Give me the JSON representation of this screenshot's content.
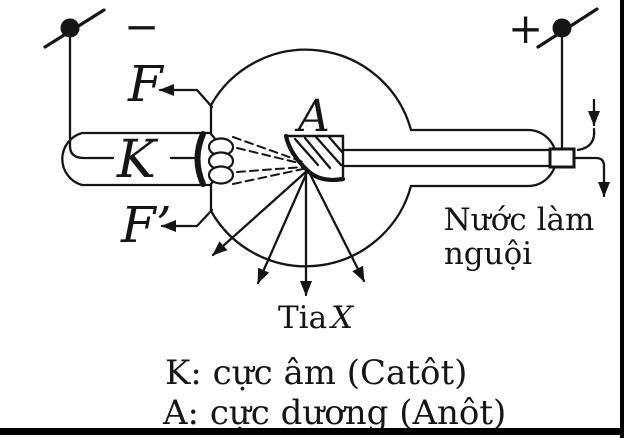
{
  "terminals": {
    "negative_sign": "−",
    "positive_sign": "+"
  },
  "labels": {
    "focus_top": "F",
    "focus_bottom": "F’",
    "cathode": "K",
    "anode": "A"
  },
  "cooling": {
    "line1": "Nước làm",
    "line2": "nguội"
  },
  "ray": {
    "word": "Tia",
    "symbol": "X"
  },
  "caption": {
    "line1": "K: cực âm (Catôt)",
    "line2": "A: cực dương (Anôt)"
  },
  "colors": {
    "ink": "#151515",
    "background": "#ffffff",
    "border": "#000000"
  }
}
